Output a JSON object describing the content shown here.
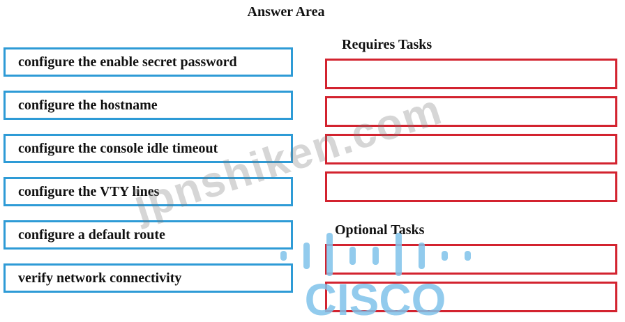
{
  "title": "Answer Area",
  "source_items": [
    {
      "label": "configure the enable secret password"
    },
    {
      "label": "configure the hostname"
    },
    {
      "label": "configure the console idle timeout"
    },
    {
      "label": "configure the VTY lines"
    },
    {
      "label": "configure a default route"
    },
    {
      "label": "verify network connectivity"
    }
  ],
  "required_tasks": {
    "label": "Requires Tasks",
    "slot_count": 4
  },
  "optional_tasks": {
    "label": "Optional Tasks",
    "slot_count": 2
  },
  "watermark": {
    "text": "jpnshiken.com",
    "logo_text": "CISCO"
  },
  "colors": {
    "source_border": "#2e9bd6",
    "target_border": "#d3232f",
    "logo": "#7fc3ea"
  }
}
